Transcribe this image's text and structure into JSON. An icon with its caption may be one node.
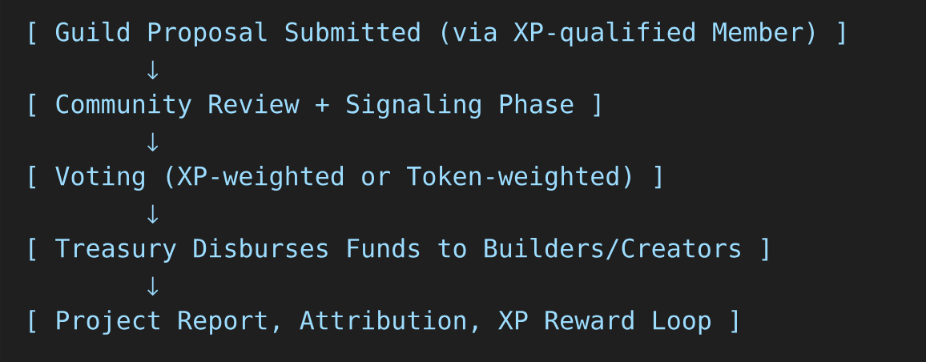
{
  "diagram": {
    "nodes": [
      {
        "text": [
          "[ Guild Proposal Submitted (via XP-qualified Member) ]"
        ]
      },
      {
        "text": [
          "[ Community Review + Signaling Phase ]"
        ]
      },
      {
        "text": [
          "[ Voting (XP-weighted or Token-weighted) ]"
        ]
      },
      {
        "text": [
          "[ Treasury Disburses Funds to Builders/Creators ]"
        ]
      },
      {
        "text": [
          "[ Project Report, Attribution, XP Reward Loop ]"
        ]
      }
    ],
    "edges": [
      {
        "from": 0,
        "to": 1,
        "arrow": "to"
      },
      {
        "from": 1,
        "to": 2,
        "arrow": "to"
      },
      {
        "from": 2,
        "to": 3,
        "arrow": "to"
      },
      {
        "from": 3,
        "to": 4,
        "arrow": "to"
      }
    ]
  }
}
